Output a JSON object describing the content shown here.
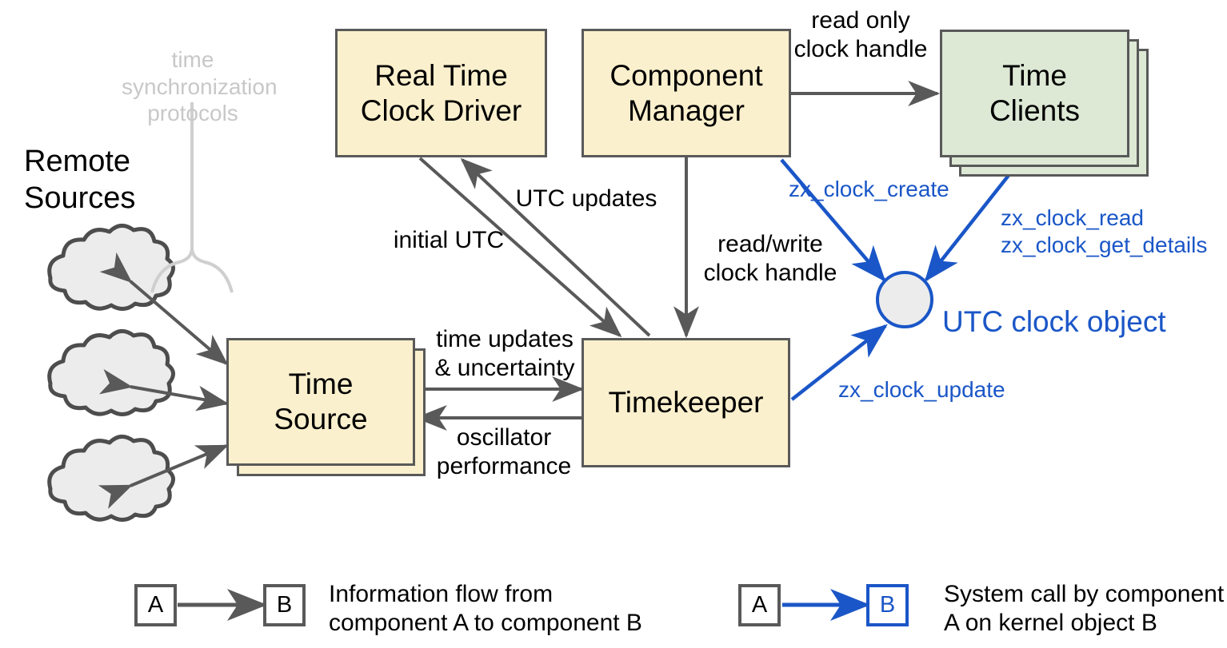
{
  "diagram": {
    "title_region": "Fuchsia UTC time architecture diagram",
    "colors": {
      "component_fill": "#fbf0cd",
      "client_fill": "#dde8d5",
      "stroke": "#595959",
      "syscall_blue": "#1a56c7",
      "cloud_fill": "#ececec",
      "faded_grey": "#c8c8c8"
    }
  },
  "annotations": {
    "time_sync_protocols": "time\nsynchronization\nprotocols",
    "remote_sources": "Remote\nSources"
  },
  "components": {
    "rtc_driver": {
      "label": "Real Time\nClock Driver",
      "kind": "component"
    },
    "component_manager": {
      "label": "Component\nManager",
      "kind": "component"
    },
    "time_clients": {
      "label": "Time\nClients",
      "kind": "client",
      "stacked": 3
    },
    "time_source": {
      "label": "Time\nSource",
      "kind": "component",
      "stacked": 2
    },
    "timekeeper": {
      "label": "Timekeeper",
      "kind": "component"
    },
    "utc_clock_object": {
      "label": "UTC clock object",
      "icon": "clock-icon"
    }
  },
  "edge_labels": {
    "read_only_clock_handle": "read only\nclock handle",
    "utc_updates": "UTC updates",
    "initial_utc": "initial UTC",
    "read_write_clock_handle": "read/write\nclock handle",
    "time_updates_uncertainty": "time updates\n& uncertainty",
    "oscillator_performance": "oscillator\nperformance",
    "zx_clock_create": "zx_clock_create",
    "zx_clock_read_details": "zx_clock_read\nzx_clock_get_details",
    "zx_clock_update": "zx_clock_update"
  },
  "legend": {
    "info_flow": {
      "from_label": "A",
      "to_label": "B",
      "description": "Information flow from\ncomponent A to component B"
    },
    "syscall": {
      "from_label": "A",
      "to_label": "B",
      "description": "System call by component\nA on kernel object B"
    }
  }
}
